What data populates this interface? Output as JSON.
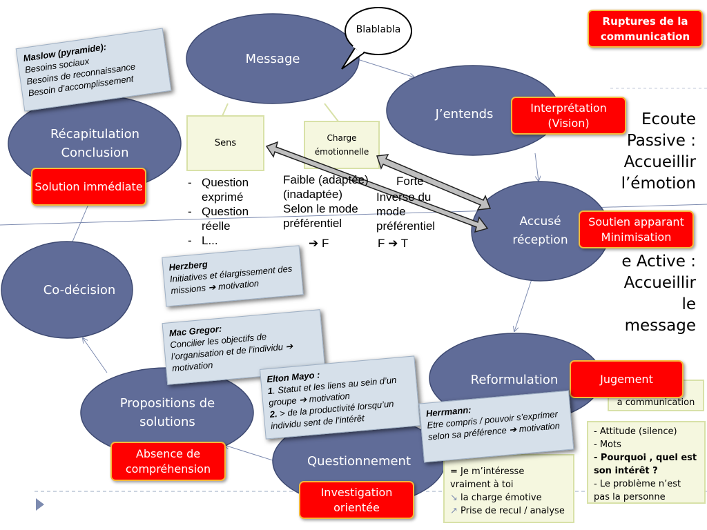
{
  "title_box": "Ruptures de la communication",
  "speech_bubble": "Blablabla",
  "nodes": {
    "message": "Message",
    "jentends": "J’entends",
    "accuse": "Accusé réception",
    "reformulation": "Reformulation",
    "questionnement": "Questionnement",
    "propositions": "Propositions de solutions",
    "codecision": "Co-décision",
    "recapitulation": "Récapitulation Conclusion"
  },
  "ruptures": {
    "interpretation": "Interprétation (Vision)",
    "soutien": "Soutien apparant Minimisation",
    "jugement": "Jugement",
    "investigation": "Investigation orientée",
    "absence": "Absence de compréhension",
    "solution": "Solution immédiate"
  },
  "ecoute_passive": "Ecoute Passive : Accueillir l’émotion",
  "ecoute_active": "e Active : Accueillir le message",
  "sens": {
    "label": "Sens",
    "items": [
      "Question exprimé",
      "Question réelle",
      "L..."
    ]
  },
  "charge": {
    "label": "Charge émotionnelle",
    "faible": "Faible (adaptée)",
    "inadaptee": "(inadaptée)",
    "selon": "Selon le mode préférentiel",
    "forte": "Forte",
    "inverse": "Inverse du mode préférentiel",
    "tf": "➔ F",
    "ft": "F ➔ T"
  },
  "notes": {
    "maslow": {
      "title": "Maslow (pyramide):",
      "lines": [
        "Besoins sociaux",
        "Besoins de reconnaissance",
        "Besoin d’accomplissement"
      ]
    },
    "herzberg": {
      "title": "Herzberg",
      "text": "Initiatives et élargissement des missions ➔ motivation"
    },
    "macgregor": {
      "title": "Mac Gregor:",
      "text": "Concilier les objectifs de l’organisation et de l’individu ➔ motivation"
    },
    "mayo": {
      "title": "Elton Mayo :",
      "l1n": "1",
      "l1": ". Statut et les liens au sein d’un groupe  ➔ motivation",
      "l2n": "2.",
      "l2": " > de la productivité lorsqu’un individu sent de l’intérêt"
    },
    "herrmann": {
      "title": "Herrmann:",
      "text": "Etre compris / pouvoir s’exprimer selon sa préférence ➔ motivation"
    }
  },
  "reform_box": "a communication",
  "attitude": {
    "l1": "- Attitude (silence)",
    "l2": "- Mots",
    "l3": "- Pourquoi , quel est son intérêt ?",
    "l4": "- Le problème n’est pas la personne"
  },
  "interesse": {
    "l1": "= Je m’intéresse  vraiment à toi",
    "l2": "la charge émotive",
    "l3": "Prise de recul / analyse"
  },
  "colors": {
    "ellipse": "#606c98",
    "red": "#ff0000",
    "note": "#d6e0ea",
    "yellow": "#f5f7df"
  }
}
